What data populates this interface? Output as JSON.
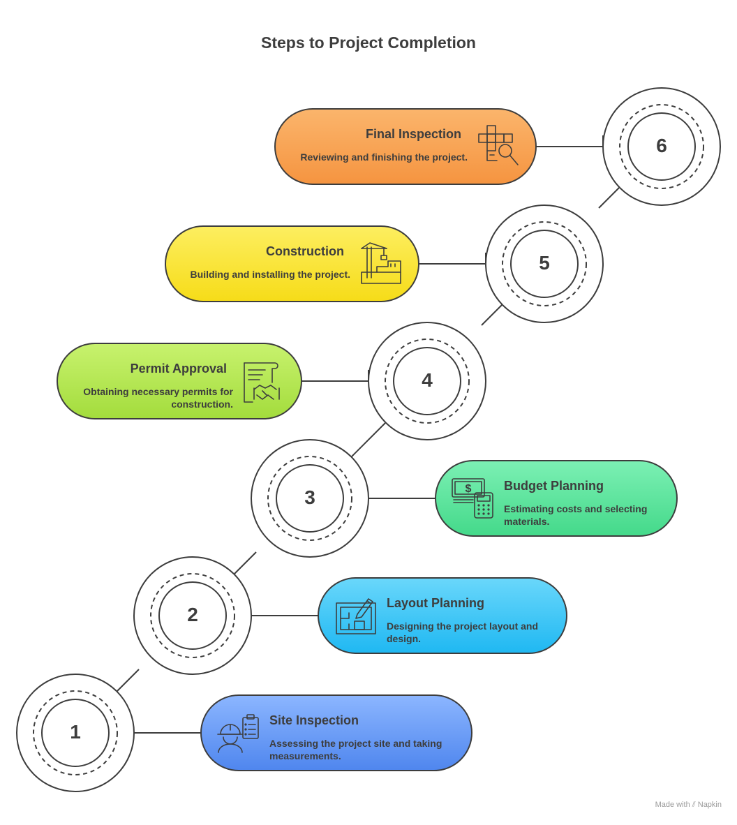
{
  "title": "Steps to Project Completion",
  "steps": [
    {
      "number": "1",
      "title": "Site Inspection",
      "description": "Assessing the project site and taking measurements.",
      "icon": "inspector-checklist-icon",
      "color": "#6b9cf4"
    },
    {
      "number": "2",
      "title": "Layout Planning",
      "description": "Designing the project layout and design.",
      "icon": "blueprint-pencil-icon",
      "color": "#3cc6f4"
    },
    {
      "number": "3",
      "title": "Budget Planning",
      "description": "Estimating costs and selecting materials.",
      "icon": "money-calculator-icon",
      "color": "#5fdc9a"
    },
    {
      "number": "4",
      "title": "Permit Approval",
      "description": "Obtaining necessary permits for construction.",
      "icon": "document-handshake-icon",
      "color": "#b4e352"
    },
    {
      "number": "5",
      "title": "Construction",
      "description": "Building and installing the project.",
      "icon": "crane-building-icon",
      "color": "#f8e43a"
    },
    {
      "number": "6",
      "title": "Final Inspection",
      "description": "Reviewing and finishing the project.",
      "icon": "blueprint-magnifier-icon",
      "color": "#f8a257"
    }
  ],
  "credit": {
    "prefix": "Made with",
    "brand": "Napkin"
  }
}
